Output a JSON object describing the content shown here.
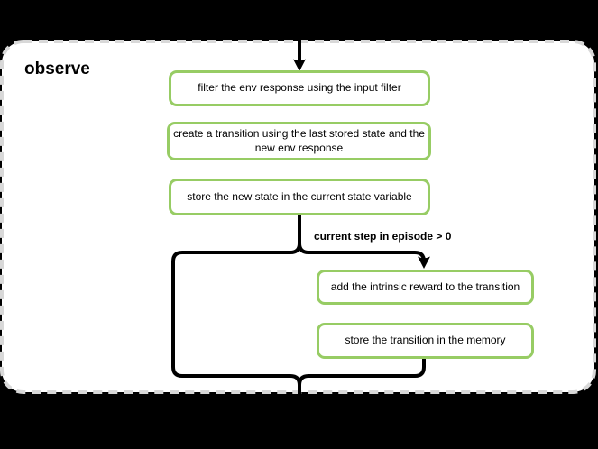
{
  "diagram": {
    "title": "observe",
    "condition_label": "current step in episode > 0",
    "nodes": [
      {
        "name": "filter-env-response",
        "lines": [
          "filter the env response using the input filter"
        ]
      },
      {
        "name": "create-transition",
        "lines": [
          "create a transition using the last stored state and the",
          "new env response"
        ]
      },
      {
        "name": "store-new-state",
        "lines": [
          "store the new state in the current state variable"
        ]
      },
      {
        "name": "add-intrinsic-reward",
        "lines": [
          "add the intrinsic reward to the transition"
        ]
      },
      {
        "name": "store-transition-in-memory",
        "lines": [
          "store the transition in the memory"
        ]
      }
    ],
    "colors": {
      "background": "#000000",
      "panel_background": "#ffffff",
      "panel_border": "#d8d8d8",
      "node_border": "#97cc64",
      "connector": "#000000",
      "text": "#000000"
    }
  }
}
